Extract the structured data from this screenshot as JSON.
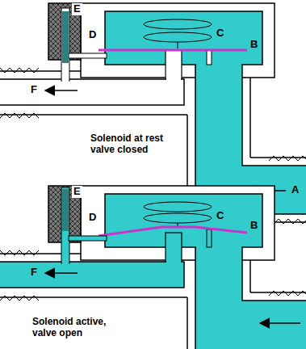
{
  "diagram": {
    "labels": [
      "E",
      "D",
      "C",
      "B",
      "F",
      "A",
      "Solenoid at rest valve closed",
      "E",
      "D",
      "C",
      "B",
      "F",
      "Solenoid active, valve open"
    ]
  }
}
